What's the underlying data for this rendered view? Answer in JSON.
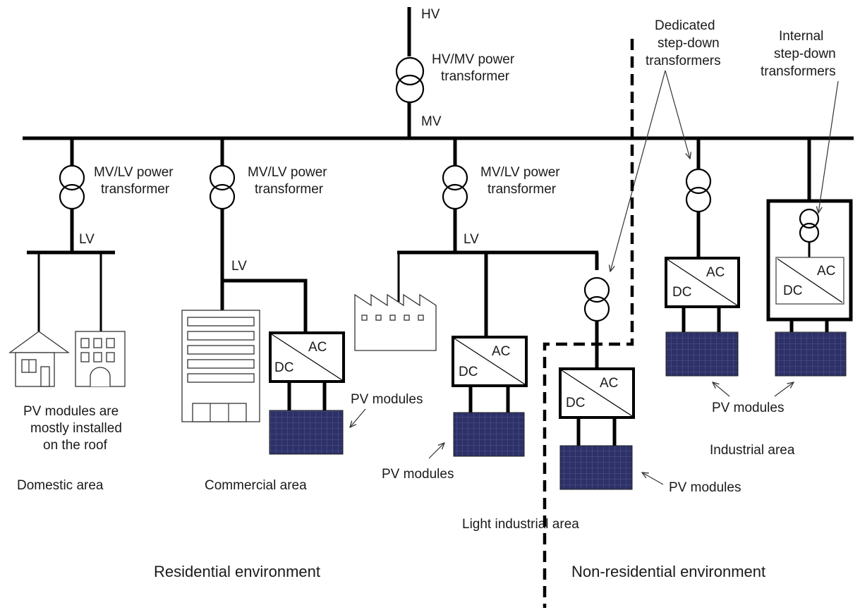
{
  "labels": {
    "hv": "HV",
    "hv_mv_transformer": [
      "HV/MV power",
      "transformer"
    ],
    "mv": "MV",
    "mv_lv_transformer": [
      "MV/LV power",
      "transformer"
    ],
    "lv": "LV",
    "dedicated": [
      "Dedicated",
      "step-down",
      "transformers"
    ],
    "internal": [
      "Internal",
      "step-down",
      "transformers"
    ],
    "ac": "AC",
    "dc": "DC",
    "pv_modules": "PV modules",
    "roof_note": [
      "PV modules are",
      "mostly installed",
      "on the roof"
    ],
    "domestic_area": "Domestic area",
    "commercial_area": "Commercial area",
    "light_industrial_area": "Light industrial area",
    "industrial_area": "Industrial area",
    "residential_environment": "Residential environment",
    "non_residential_environment": "Non-residential environment"
  },
  "colors": {
    "line": "#000000",
    "pv_panel": "#2d3168",
    "pv_grid": "#5a5f96"
  }
}
